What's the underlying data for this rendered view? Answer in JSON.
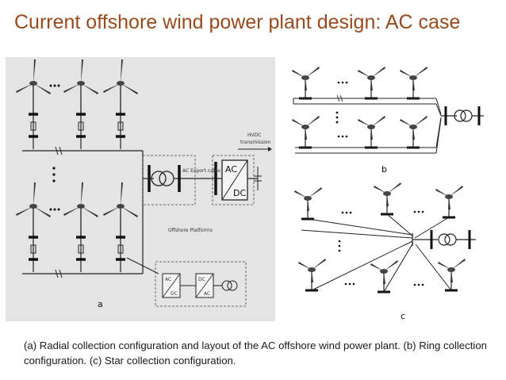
{
  "title": "Current offshore wind power plant design: AC case",
  "caption": "(a) Radial collection configuration and layout of the AC offshore wind power plant. (b) Ring collection configuration. (c) Star collection configuration.",
  "panel_a": {
    "label": "a",
    "hvdc_text": "HVDC",
    "transmission_text": "transmission",
    "ac_export_cable": "AC Export cable",
    "offshore_platforms": "Offshore Platforms",
    "converter_ac": "AC",
    "converter_dc": "DC",
    "small_ac": "AC",
    "small_dc": "DC"
  },
  "panel_b": {
    "label": "b"
  },
  "panel_c": {
    "label": "c"
  },
  "colors": {
    "title": "#9a4a1c",
    "panel_a_bg": "#e4e4e4",
    "line": "#222222"
  }
}
